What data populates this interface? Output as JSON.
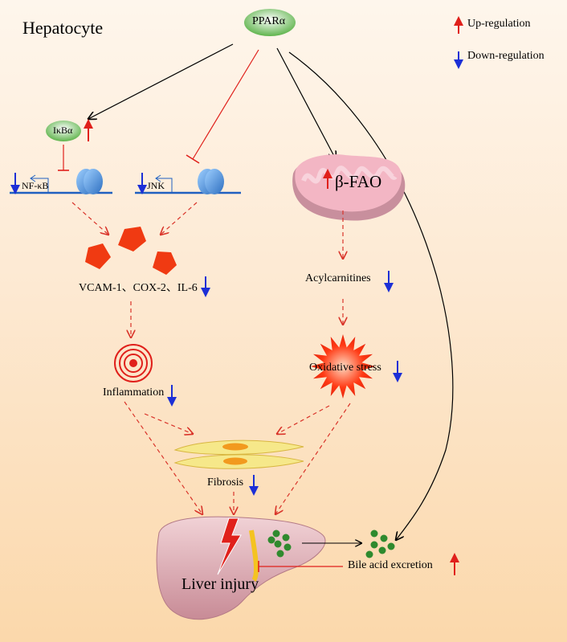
{
  "title": "Hepatocyte",
  "legend": {
    "up": "Up-regulation",
    "down": "Down-regulation"
  },
  "nodes": {
    "ppara": "PPARα",
    "ikba": "IκBα",
    "nfkb": "NF-κB",
    "jnk": "JNK",
    "bfao": "β-FAO",
    "cytokines": "VCAM-1、COX-2、IL-6",
    "acylcarnitines": "Acylcarnitines",
    "inflammation": "Inflammation",
    "oxidative_stress": "Oxidative stress",
    "fibrosis": "Fibrosis",
    "liver_injury": "Liver injury",
    "bile_acid": "Bile acid excretion"
  },
  "colors": {
    "up_arrow": "#e0201b",
    "down_arrow": "#1c2fd6",
    "inhibit": "#e0201b",
    "dashed": "#d9342a",
    "ppara_fill": "#7cc36b",
    "receptor": "#3a7fd0",
    "pentagon": "#f03a12",
    "mito": "#f3b6c4",
    "cell_fill": "#f6e88a",
    "liver": "#d9a6ae",
    "green_dot": "#2f8a2e"
  }
}
